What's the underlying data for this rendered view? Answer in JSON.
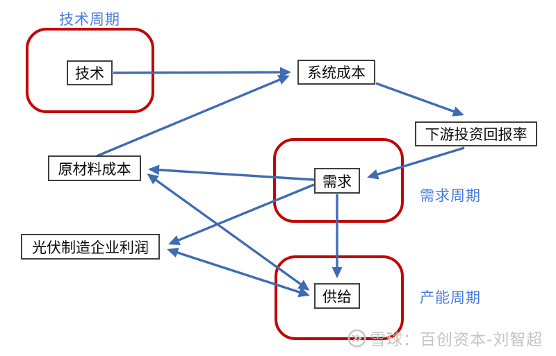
{
  "diagram": {
    "title_none": "",
    "cycles": [
      {
        "id": "tech-cycle",
        "label": "技术周期"
      },
      {
        "id": "demand-cycle",
        "label": "需求周期"
      },
      {
        "id": "capacity-cycle",
        "label": "产能周期"
      }
    ],
    "nodes": [
      {
        "id": "technology",
        "label": "技术"
      },
      {
        "id": "system-cost",
        "label": "系统成本"
      },
      {
        "id": "downstream-roi",
        "label": "下游投资回报率"
      },
      {
        "id": "raw-material-cost",
        "label": "原材料成本"
      },
      {
        "id": "demand",
        "label": "需求"
      },
      {
        "id": "pv-maker-profit",
        "label": "光伏制造企业利润"
      },
      {
        "id": "supply",
        "label": "供给"
      }
    ],
    "edges": [
      {
        "from": "技术",
        "to": "系统成本",
        "bidirectional": false
      },
      {
        "from": "原材料成本",
        "to": "系统成本",
        "bidirectional": false
      },
      {
        "from": "系统成本",
        "to": "下游投资回报率",
        "bidirectional": false
      },
      {
        "from": "下游投资回报率",
        "to": "需求",
        "bidirectional": false
      },
      {
        "from": "需求",
        "to": "供给",
        "bidirectional": false
      },
      {
        "from": "需求",
        "to": "原材料成本",
        "bidirectional": false
      },
      {
        "from": "需求",
        "to": "光伏制造企业利润",
        "bidirectional": false
      },
      {
        "from": "原材料成本",
        "to": "供给",
        "bidirectional": true
      },
      {
        "from": "光伏制造企业利润",
        "to": "供给",
        "bidirectional": true
      }
    ]
  },
  "watermark": {
    "icon": "xueqiu-logo",
    "text": "雪球：百创资本-刘智超"
  },
  "colors": {
    "arrow": "#3e6cb3",
    "cycle_frame": "#c00606",
    "cycle_label": "#4a7ce0",
    "node_border": "#3f3f3f",
    "watermark": "#c5c5c5",
    "background": "#ffffff"
  }
}
